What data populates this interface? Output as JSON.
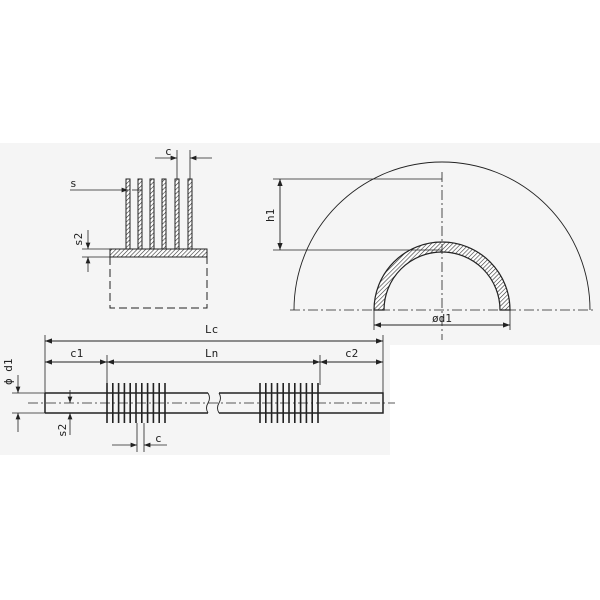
{
  "labels": {
    "fin_pitch": "c",
    "fin_thickness": "s",
    "wall_thickness": "s2",
    "bend_height": "h1",
    "bend_diameter": "ød1",
    "total_length": "Lc",
    "end_length_1": "c1",
    "finned_length": "Ln",
    "end_length_2": "c2",
    "tube_diameter": "ϕ d1",
    "tube_wall": "s2",
    "tube_fin_pitch": "c"
  },
  "colors": {
    "line": "#222222",
    "background": "#f5f5f5"
  }
}
